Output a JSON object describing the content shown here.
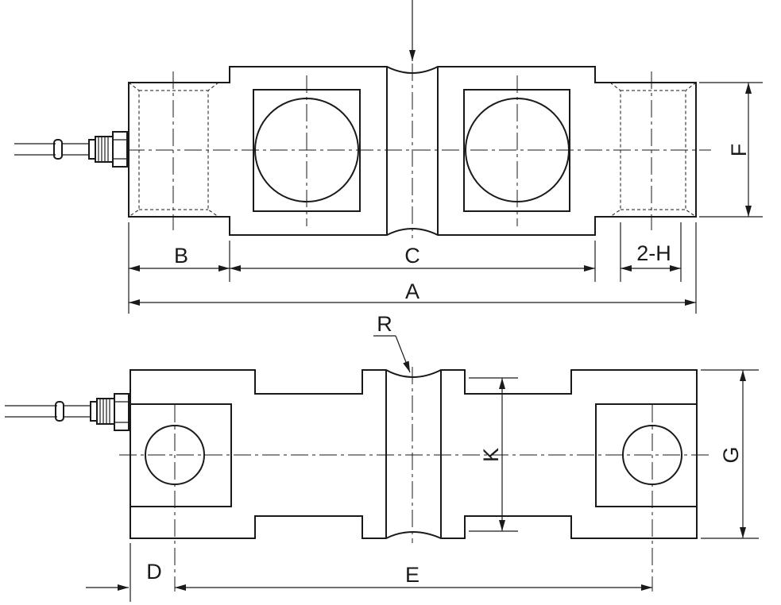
{
  "labels": {
    "A": "A",
    "B": "B",
    "C": "C",
    "D": "D",
    "E": "E",
    "F": "F",
    "G": "G",
    "H": "2-H",
    "K": "K",
    "R": "R"
  },
  "colors": {
    "line": "#1a1a1a",
    "background": "#ffffff"
  }
}
